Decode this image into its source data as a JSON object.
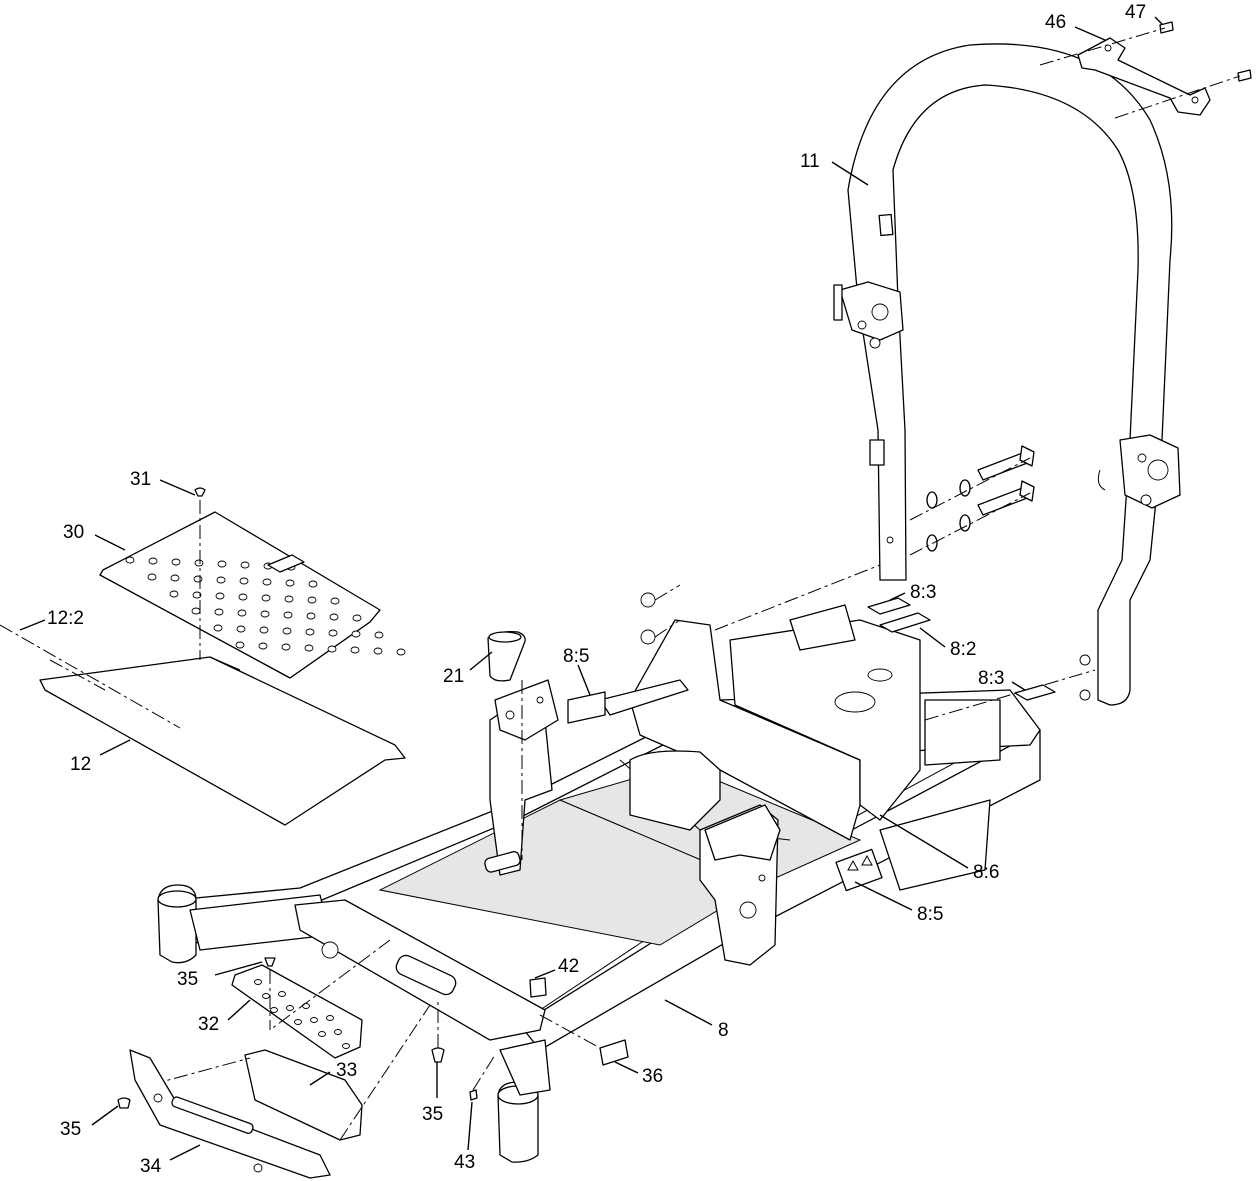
{
  "diagram": {
    "callouts": {
      "c46": "46",
      "c47": "47",
      "c11": "11",
      "c31": "31",
      "c30": "30",
      "c12_2": "12:2",
      "c12": "12",
      "c21": "21",
      "c8_5a": "8:5",
      "c8_3a": "8:3",
      "c8_2": "8:2",
      "c8_3b": "8:3",
      "c8_6": "8:6",
      "c8_5b": "8:5",
      "c35a": "35",
      "c32": "32",
      "c42": "42",
      "c8": "8",
      "c33": "33",
      "c36": "36",
      "c35b": "35",
      "c35c": "35",
      "c34": "34",
      "c43": "43"
    }
  }
}
